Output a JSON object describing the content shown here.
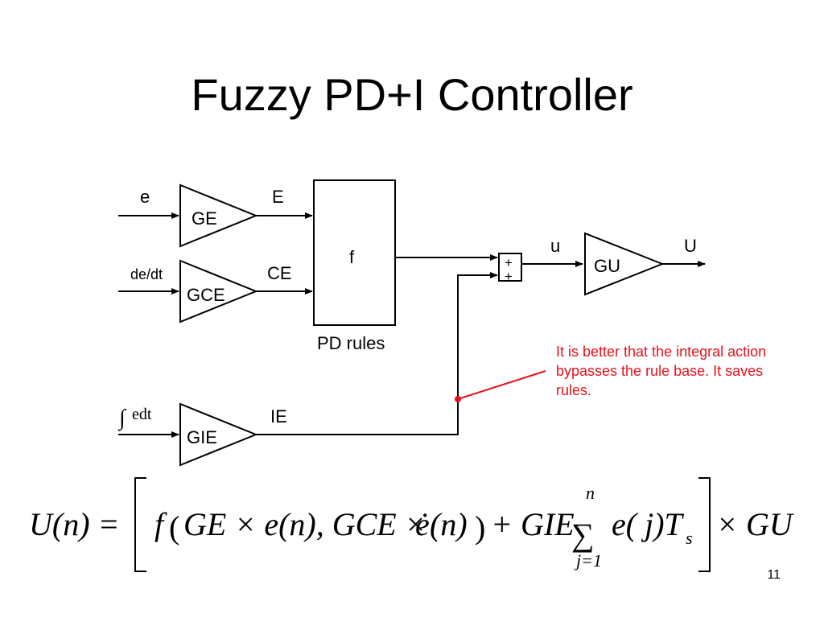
{
  "title": "Fuzzy PD+I Controller",
  "diagram": {
    "input_e": "e",
    "input_dedt": "de/dt",
    "input_int_symbol": "∫",
    "input_int_text": "edt",
    "gain_ge": "GE",
    "gain_gce": "GCE",
    "gain_gie": "GIE",
    "gain_gu": "GU",
    "signal_E": "E",
    "signal_CE": "CE",
    "signal_IE": "IE",
    "signal_u": "u",
    "signal_U": "U",
    "block_f": "f",
    "block_f_caption": "PD rules",
    "sum_plus_top": "+",
    "sum_plus_bottom": "+"
  },
  "annotation": {
    "text": "It is better that the integral action bypasses the rule base. It saves rules.",
    "color": "#e8101a"
  },
  "equation": {
    "lhs": "U(n) =",
    "f": "f",
    "term1": "GE × e(n), GCE × ",
    "e_dot": "ė",
    "term1_end": "(n)",
    "plus_gie": "+ GIE",
    "sum_upper": "n",
    "sum_lower": "j=1",
    "summand": "e( j)T",
    "summand_sub": "s",
    "times_gu": "× GU"
  },
  "page_number": "11"
}
